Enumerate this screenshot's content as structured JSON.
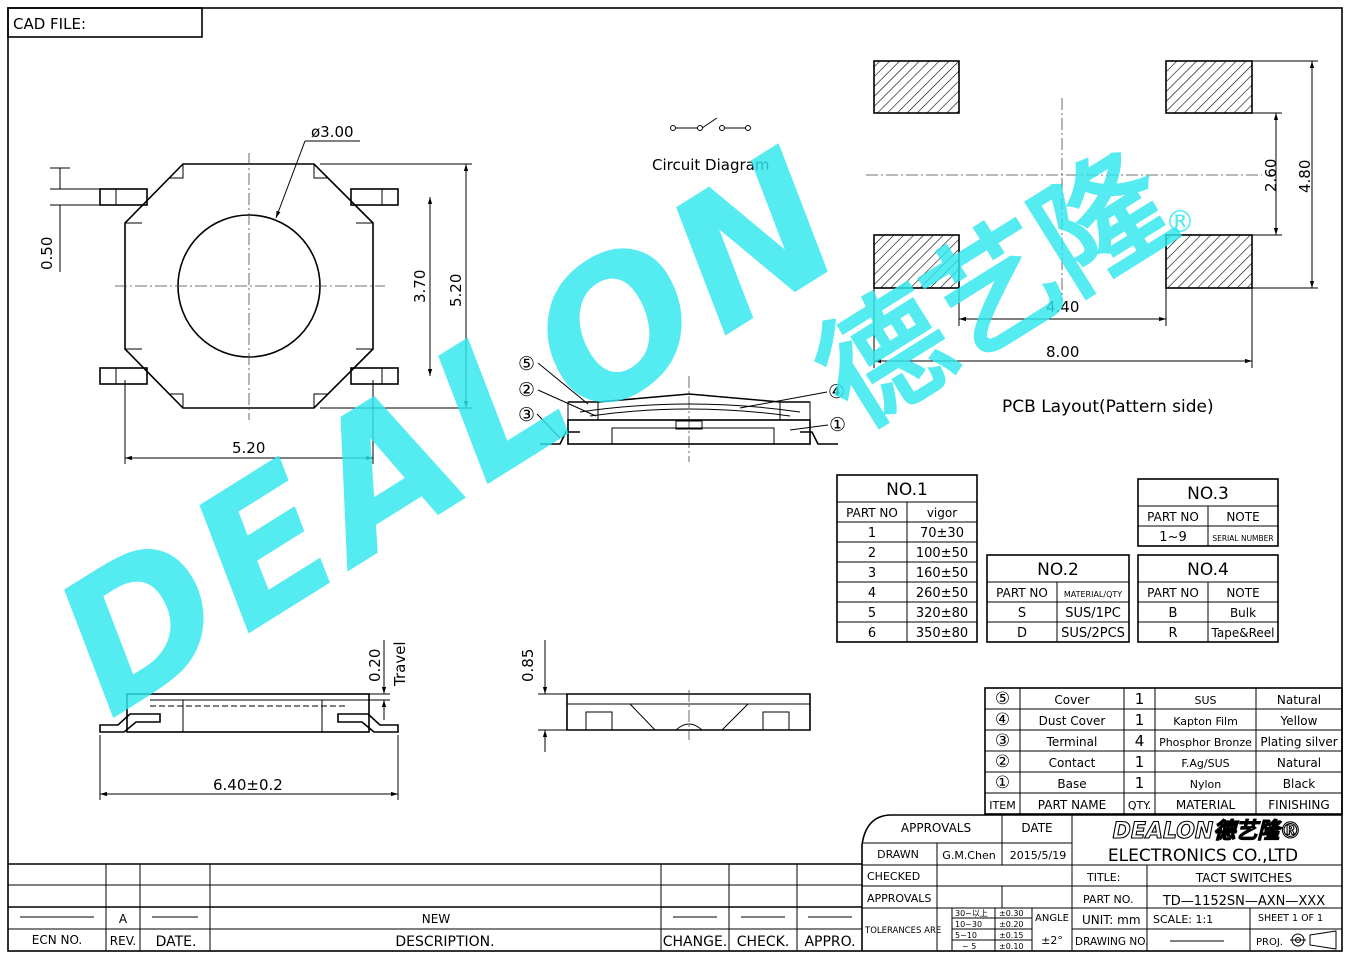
{
  "header": {
    "cad_file": "CAD  FILE:"
  },
  "top_view": {
    "diameter": "ø3.00",
    "dim_050": "0.50",
    "dim_370": "3.70",
    "dim_520_v": "5.20",
    "dim_520_h": "5.20"
  },
  "circuit": {
    "label": "Circuit  Diagram"
  },
  "pcb": {
    "dim_260": "2.60",
    "dim_480": "4.80",
    "dim_440": "4.40",
    "dim_800": "8.00",
    "caption": "PCB  Layout(Pattern  side)"
  },
  "section": {
    "callouts": [
      "⑤",
      "②",
      "③",
      "④",
      "①"
    ]
  },
  "side_view": {
    "travel_value": "0.20",
    "travel_label": "Travel",
    "width": "6.40±0.2"
  },
  "front_view": {
    "height": "0.85"
  },
  "watermark": {
    "text": "DEALON",
    "cjk": "德艺隆",
    "reg": "®"
  },
  "table_no1": {
    "title": "NO.1",
    "headers": [
      "PART  NO",
      "vigor"
    ],
    "rows": [
      [
        "1",
        "70±30"
      ],
      [
        "2",
        "100±50"
      ],
      [
        "3",
        "160±50"
      ],
      [
        "4",
        "260±50"
      ],
      [
        "5",
        "320±80"
      ],
      [
        "6",
        "350±80"
      ]
    ]
  },
  "table_no2": {
    "title": "NO.2",
    "headers": [
      "PART  NO",
      "MATERIAL/QTY"
    ],
    "rows": [
      [
        "S",
        "SUS/1PC"
      ],
      [
        "D",
        "SUS/2PCS"
      ]
    ]
  },
  "table_no3": {
    "title": "NO.3",
    "headers": [
      "PART  NO",
      "NOTE"
    ],
    "rows": [
      [
        "1~9",
        "SERIAL  NUMBER"
      ]
    ]
  },
  "table_no4": {
    "title": "NO.4",
    "headers": [
      "PART  NO",
      "NOTE"
    ],
    "rows": [
      [
        "B",
        "Bulk"
      ],
      [
        "R",
        "Tape&Reel"
      ]
    ]
  },
  "bom": {
    "rows": [
      [
        "⑤",
        "Cover",
        "1",
        "SUS",
        "Natural"
      ],
      [
        "④",
        "Dust  Cover",
        "1",
        "Kapton  Film",
        "Yellow"
      ],
      [
        "③",
        "Terminal",
        "4",
        "Phosphor  Bronze",
        "Plating  silver"
      ],
      [
        "②",
        "Contact",
        "1",
        "F.Ag/SUS",
        "Natural"
      ],
      [
        "①",
        "Base",
        "1",
        "Nylon",
        "Black"
      ]
    ],
    "headers": [
      "ITEM",
      "PART  NAME",
      "QTY.",
      "MATERIAL",
      "FINISHING"
    ]
  },
  "title_block": {
    "approvals": "APPROVALS",
    "date": "DATE",
    "drawn": "DRAWN",
    "drawn_by": "G.M.Chen",
    "drawn_date": "2015/5/19",
    "checked": "CHECKED",
    "approvals2": "APPROVALS",
    "tolerances": "TOLERANCES  ARE",
    "tol_ranges": [
      "30~以上",
      "10~30",
      "5~10",
      "~  5"
    ],
    "tol_values": [
      "±0.30",
      "±0.20",
      "±0.15",
      "±0.10"
    ],
    "angle": "ANGLE",
    "angle_value": "±2°",
    "company_logo": "DEALON德艺隆®",
    "company": "ELECTRONICS  CO.,LTD",
    "title_label": "TITLE:",
    "title_value": "TACT  SWITCHES",
    "part_no_label": "PART  NO.",
    "part_no_value": "TD—1152SN—AXN—XXX",
    "unit": "UNIT:  mm",
    "scale": "SCALE:   1:1",
    "sheet": "SHEET   1  OF  1",
    "drawing_no": "DRAWING  NO.",
    "proj": "PROJ."
  },
  "revision": {
    "rev_row": [
      "",
      "A",
      "",
      "NEW",
      "",
      "",
      ""
    ],
    "headers": [
      "ECN  NO.",
      "REV.",
      "DATE.",
      "DESCRIPTION.",
      "CHANGE.",
      "CHECK.",
      "APPRO."
    ]
  }
}
